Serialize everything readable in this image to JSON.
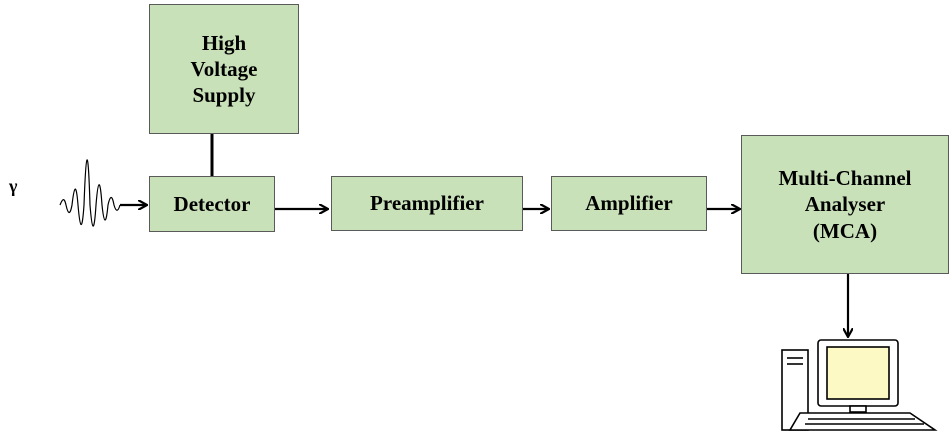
{
  "diagram": {
    "radiation_label": "γ",
    "blocks": {
      "hv_supply": "High\nVoltage\nSupply",
      "detector": "Detector",
      "preamplifier": "Preamplifier",
      "amplifier": "Amplifier",
      "mca": "Multi-Channel\nAnalyser\n(MCA)"
    },
    "computer_icon": "computer-icon",
    "colors": {
      "block_fill": "#c9e1b9",
      "block_border": "#5a5a5a",
      "screen_fill": "#fdf9c4",
      "line": "#000000"
    }
  }
}
